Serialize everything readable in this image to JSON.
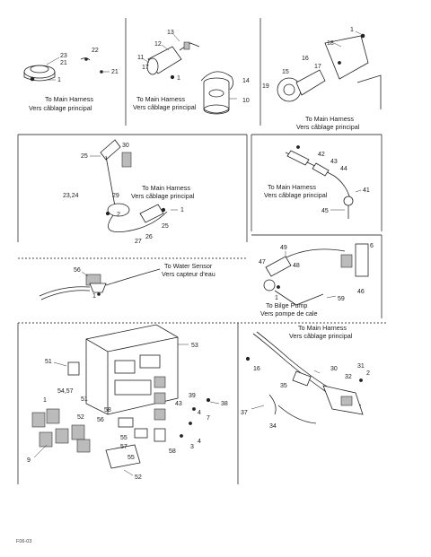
{
  "panels": {
    "p1": {
      "captions": [
        "To Main Harness",
        "Vers câblage principal"
      ],
      "callouts": [
        "23",
        "21",
        "22",
        "21",
        "1"
      ]
    },
    "p2": {
      "captions": [
        "To Main Harness",
        "Vers câblage principal"
      ],
      "callouts": [
        "13",
        "12",
        "11",
        "17",
        "1",
        "14",
        "10"
      ]
    },
    "p3": {
      "captions": [
        "To Main Harness",
        "Vers câblage principal"
      ],
      "callouts": [
        "1",
        "18",
        "16",
        "17",
        "15",
        "19"
      ]
    },
    "p4": {
      "captions": [
        "To Main Harness",
        "Vers câblage principal"
      ],
      "callouts": [
        "30",
        "25",
        "23,24",
        "29",
        "2",
        "1",
        "25",
        "27",
        "26"
      ]
    },
    "p5": {
      "captions": [
        "To Main Harness",
        "Vers câblage principal"
      ],
      "callouts": [
        "42",
        "43",
        "44",
        "41",
        "45"
      ]
    },
    "p6": {
      "captions": [
        "To Water Sensor",
        "Vers capteur d'eau"
      ],
      "callouts": [
        "56",
        "1"
      ]
    },
    "p7": {
      "captions": [
        "To Bilge Pump",
        "Vers pompe de cale"
      ],
      "callouts": [
        "49",
        "47",
        "48",
        "6",
        "1",
        "46",
        "59"
      ]
    },
    "p8": {
      "callouts": [
        "53",
        "51",
        "54,57",
        "51",
        "52",
        "9",
        "1",
        "58",
        "56",
        "39",
        "43",
        "4",
        "7",
        "38",
        "4",
        "3",
        "55",
        "57",
        "55",
        "58",
        "52"
      ]
    },
    "p9": {
      "captions": [
        "To Main Harness",
        "Vers câblage principal"
      ],
      "callouts": [
        "16",
        "30",
        "32",
        "35",
        "37",
        "34",
        "31",
        "2"
      ]
    }
  },
  "footer": {
    "text": "F06-03"
  }
}
